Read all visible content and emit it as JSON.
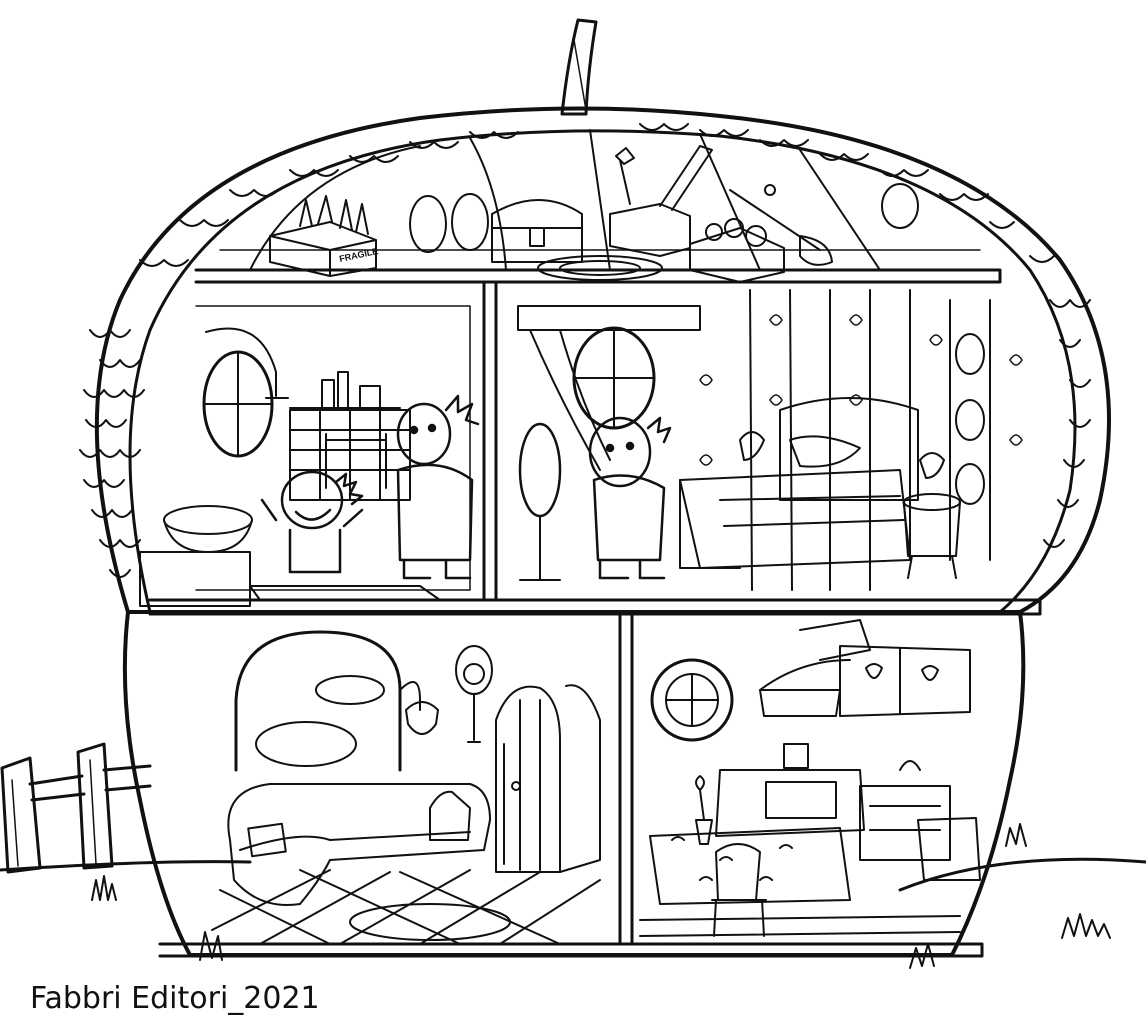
{
  "illustration": {
    "subject": "acorn-house-cutaway",
    "style": "black line art coloring page",
    "colors": {
      "ink": "#111111",
      "paper": "#ffffff"
    }
  },
  "attic": {
    "box_label": "FRAGILE"
  },
  "credit": {
    "text": "Fabbri Editori_2021"
  }
}
